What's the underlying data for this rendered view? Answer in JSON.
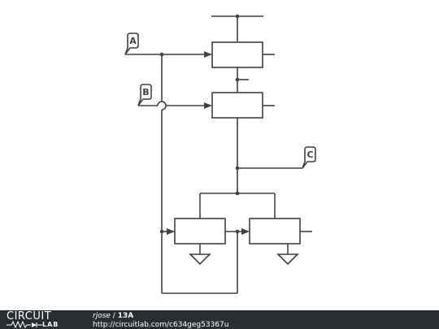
{
  "labels": {
    "a": "A",
    "b": "B",
    "c": "C"
  },
  "footer": {
    "logo_top": "CIRCUIT",
    "logo_bottom": "LAB",
    "user": "rjose",
    "separator": " / ",
    "circuit_name": "13A",
    "url": "http://circuitlab.com/c634geg53367u"
  },
  "colors": {
    "wire": "#3d4247",
    "footer_bg": "#2b2e30"
  }
}
